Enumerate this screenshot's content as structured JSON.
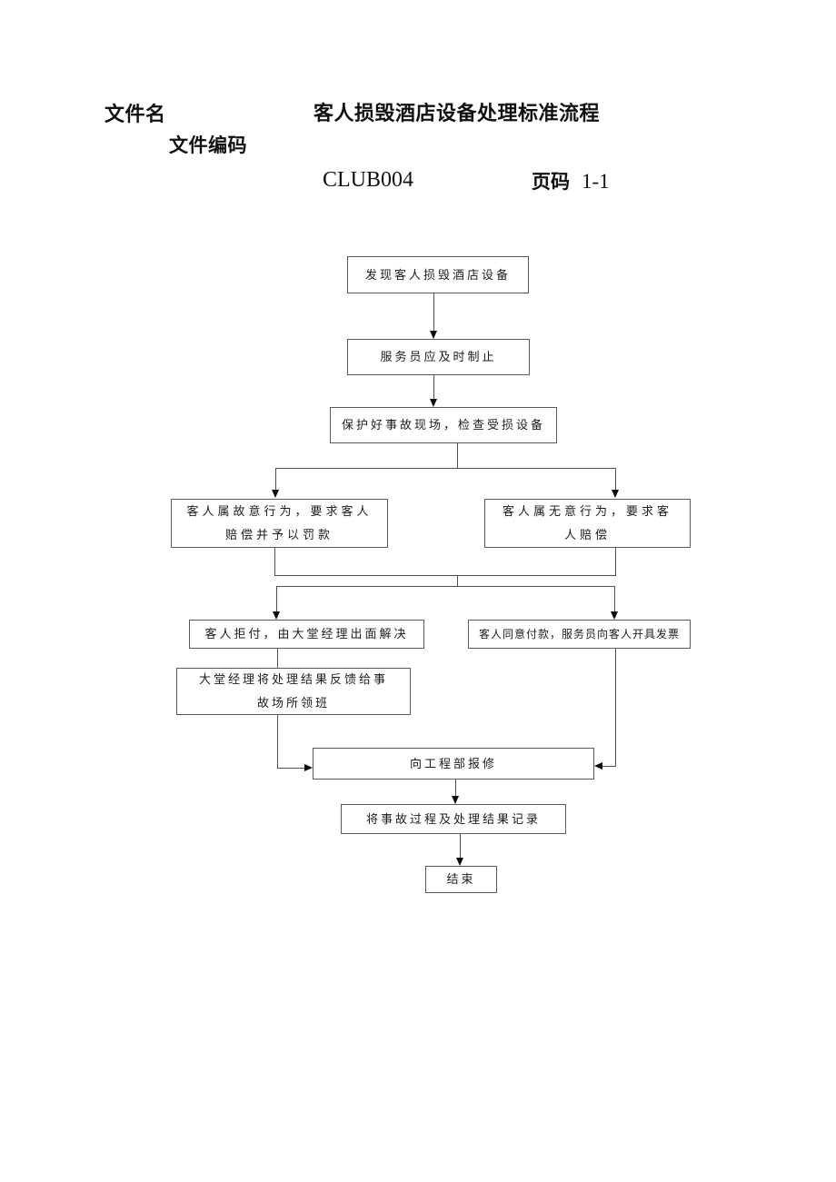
{
  "header": {
    "file_name_label": "文件名",
    "title": "客人损毁酒店设备处理标准流程",
    "file_code_label": "文件编码",
    "file_code_value": "CLUB004",
    "page_label": "页码",
    "page_value": "1-1"
  },
  "flowchart": {
    "nodes": {
      "discover": "发现客人损毁酒店设备",
      "stop": "服务员应及时制止",
      "protect": "保护好事故现场，检查受损设备",
      "intentional": "客人属故意行为，要求客人\n赔偿并予以罚款",
      "unintentional": "客人属无意行为，要求客\n人赔偿",
      "refuse": "客人拒付，由大堂经理出面解决",
      "agree": "客人同意付款，服务员向客人开具发票",
      "feedback": "大堂经理将处理结果反馈给事\n故场所领班",
      "repair": "向工程部报修",
      "record": "将事故过程及处理结果记录",
      "end": "结束"
    },
    "edges": [
      [
        "discover",
        "stop"
      ],
      [
        "stop",
        "protect"
      ],
      [
        "protect",
        "intentional"
      ],
      [
        "protect",
        "unintentional"
      ],
      [
        "intentional",
        "refuse"
      ],
      [
        "intentional",
        "agree"
      ],
      [
        "unintentional",
        "refuse"
      ],
      [
        "unintentional",
        "agree"
      ],
      [
        "refuse",
        "feedback"
      ],
      [
        "feedback",
        "repair"
      ],
      [
        "agree",
        "repair"
      ],
      [
        "repair",
        "record"
      ],
      [
        "record",
        "end"
      ]
    ]
  }
}
